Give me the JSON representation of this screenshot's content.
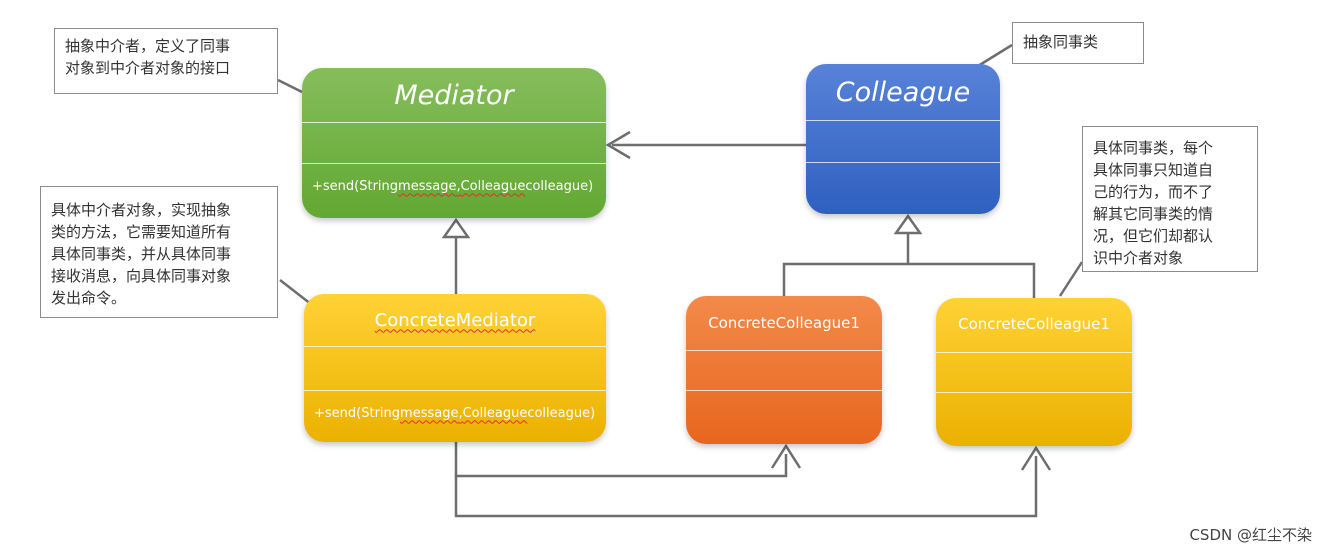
{
  "notes": {
    "mediator": "抽象中介者，定义了同事\n对象到中介者对象的接口",
    "colleague": "抽象同事类",
    "concrete_mediator": "具体中介者对象，实现抽象\n类的方法，它需要知道所有\n具体同事类，并从具体同事\n接收消息，向具体同事对象\n发出命令。",
    "concrete_colleague": "具体同事类，每个\n具体同事只知道自\n己的行为，而不了\n解其它同事类的情\n况，但它们却都认\n识中介者对象"
  },
  "classes": {
    "mediator": {
      "name": "Mediator",
      "op_prefix": "+send(String ",
      "op_mid1": "message",
      "op_mid2": ",",
      "op_mid3": "Colleague",
      "op_suffix": " colleague)"
    },
    "colleague": {
      "name": "Colleague"
    },
    "concrete_mediator": {
      "name": "ConcreteMediator",
      "op_prefix": "+send(String ",
      "op_mid1": "message",
      "op_mid2": ",",
      "op_mid3": "Colleague",
      "op_suffix": " colleague)"
    },
    "concrete_colleague_1": {
      "name": "ConcreteColleague1"
    },
    "concrete_colleague_2": {
      "name": "ConcreteColleague1"
    }
  },
  "watermark": "CSDN @红尘不染",
  "colors": {
    "mediator": "#6aad3d",
    "colleague": "#3a6cc8",
    "concrete_mediator": "#f7c21a",
    "concrete_colleague_1": "#ec7230",
    "concrete_colleague_2": "#f7c21a",
    "line": "#6e6e6e"
  }
}
